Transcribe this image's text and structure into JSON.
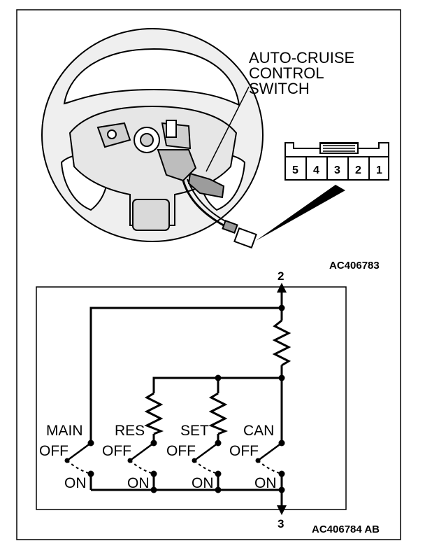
{
  "illustration": {
    "callout_lines": [
      "AUTO-CRUISE",
      "CONTROL",
      "SWITCH"
    ],
    "connector_pins": [
      "5",
      "4",
      "3",
      "2",
      "1"
    ],
    "figure_code": "AC406783"
  },
  "schematic": {
    "terminal_top": "2",
    "terminal_bottom": "3",
    "switches": [
      {
        "name": "MAIN",
        "off": "OFF",
        "on": "ON"
      },
      {
        "name": "RES",
        "off": "OFF",
        "on": "ON"
      },
      {
        "name": "SET",
        "off": "OFF",
        "on": "ON"
      },
      {
        "name": "CAN",
        "off": "OFF",
        "on": "ON"
      }
    ],
    "figure_code": "AC406784 AB"
  }
}
